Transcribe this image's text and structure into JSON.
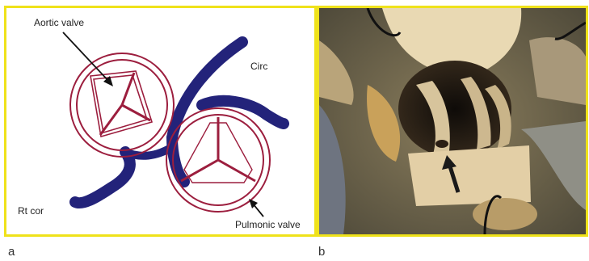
{
  "panel_a": {
    "letter": "a",
    "labels": {
      "aortic_valve": "Aortic valve",
      "circ": "Circ",
      "rt_cor": "Rt cor",
      "pulmonic_valve": "Pulmonic valve"
    },
    "colors": {
      "artery": "#23237a",
      "valve": "#9c1e3e",
      "frame": "#efe21a"
    }
  },
  "panel_b": {
    "letter": "b",
    "content": "photograph-of-dissected-heart-valves",
    "arrow": "black-arrow-indicating-coronary-ostium"
  }
}
